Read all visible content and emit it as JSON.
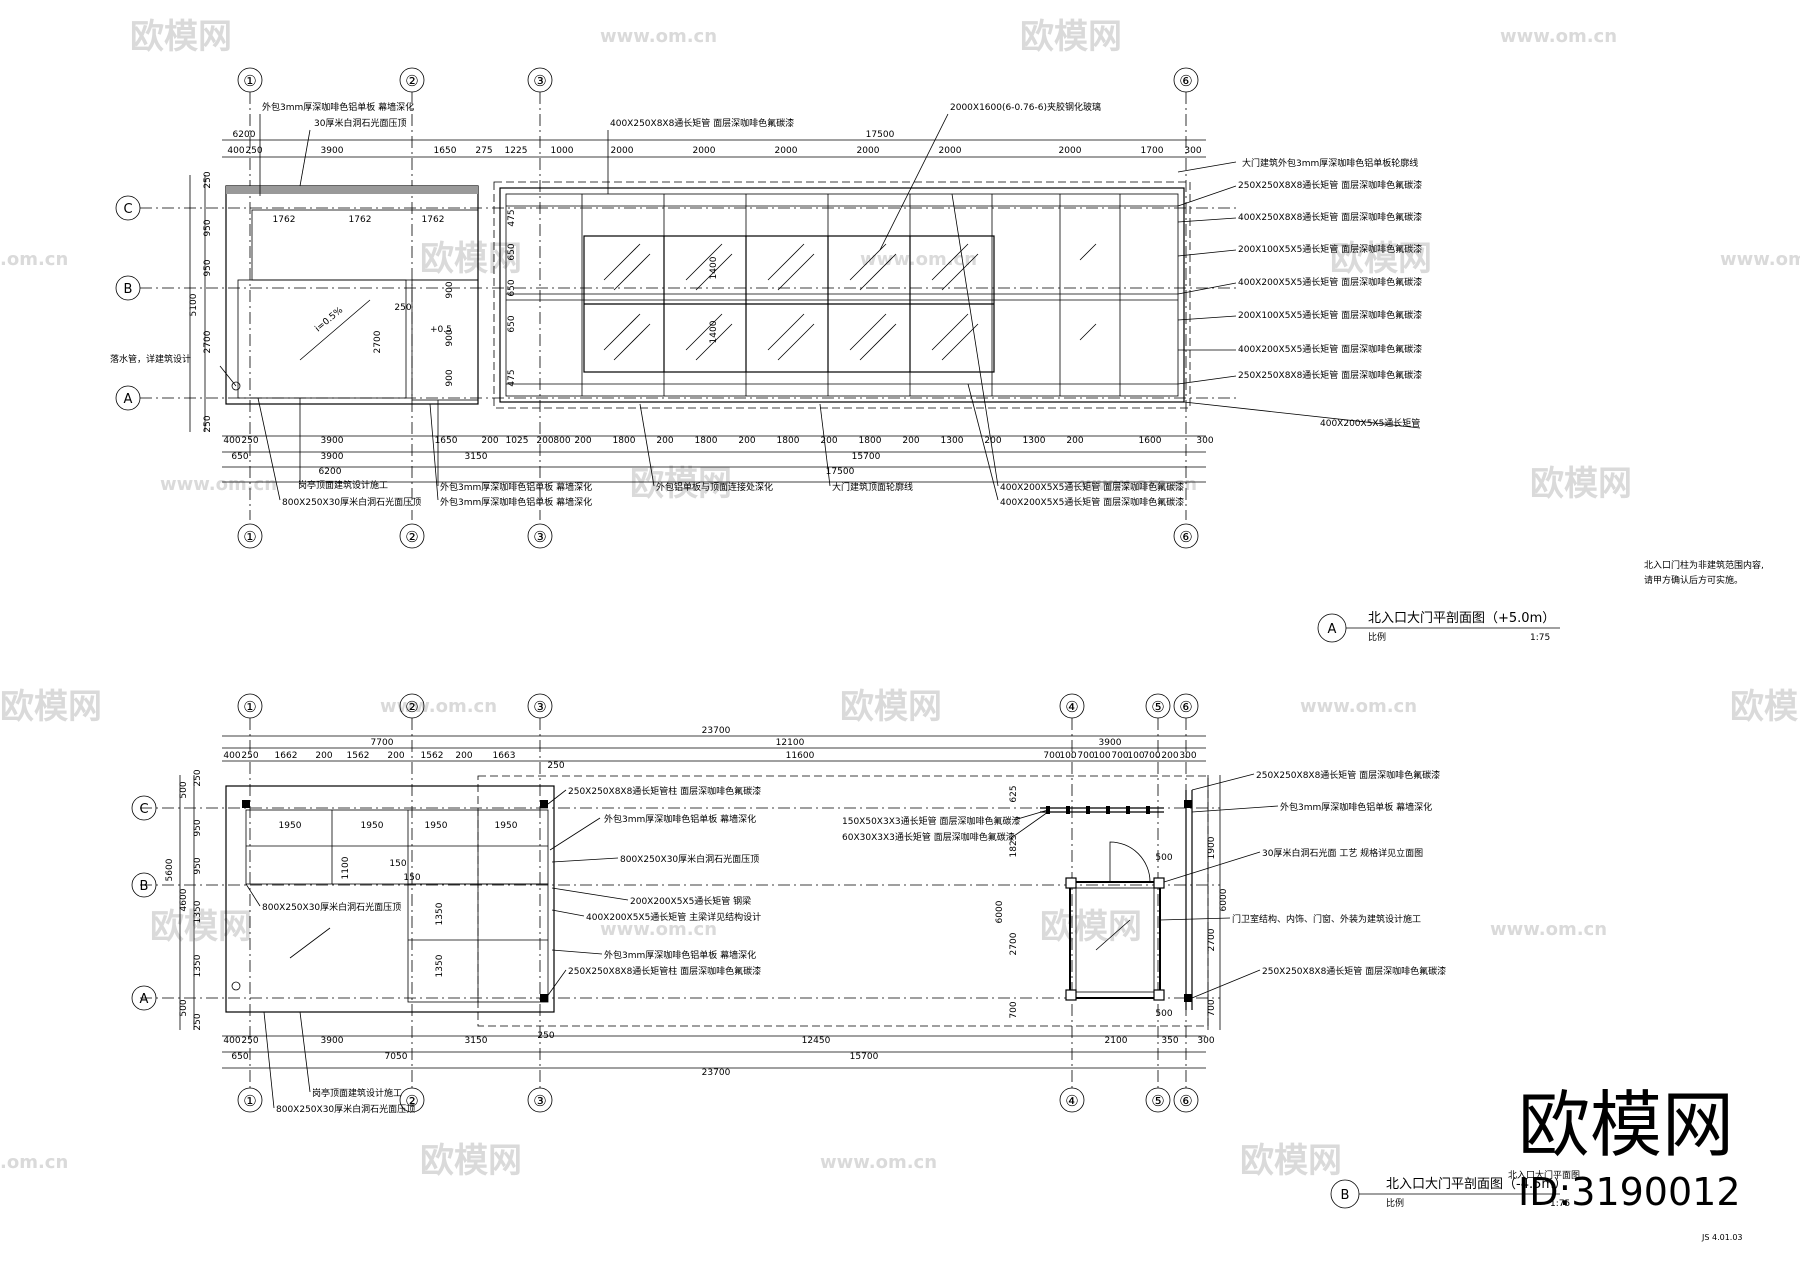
{
  "watermarks": {
    "brand": "欧模网",
    "site": "www.om.cn",
    "site_short": ".om.cn"
  },
  "plan_a": {
    "grid_labels": [
      "①",
      "②",
      "③",
      "⑥"
    ],
    "row_labels": [
      "C",
      "B",
      "A"
    ],
    "top_dims": [
      "400",
      "250",
      "3900",
      "1650",
      "275",
      "1225",
      "1000",
      "2000",
      "2000",
      "2000",
      "2000",
      "2000",
      "2000",
      "1700",
      "300"
    ],
    "top_totals": [
      "6200",
      "17500"
    ],
    "bottom_dims": [
      "400",
      "250",
      "3900",
      "1650",
      "200",
      "1025",
      "200",
      "800",
      "200",
      "1800",
      "200",
      "1800",
      "200",
      "1800",
      "200",
      "1800",
      "200",
      "1300",
      "200",
      "1300",
      "200",
      "1600",
      "300"
    ],
    "bottom_totals_1": [
      "650",
      "3900",
      "3150"
    ],
    "bottom_totals_2": [
      "6200",
      "17500"
    ],
    "bottom_totals_3": [
      "15700"
    ],
    "left_dims": [
      "250",
      "950",
      "950",
      "2700",
      "250"
    ],
    "left_total": "5100",
    "inner_dims": [
      "1762",
      "1762",
      "1762"
    ],
    "inner_vert": [
      "2700",
      "250",
      "900",
      "900",
      "900"
    ],
    "glass_vert": [
      "475",
      "650",
      "650",
      "650",
      "475",
      "1400",
      "1400"
    ],
    "notes_top": [
      "外包3mm厚深咖啡色铝单板 幕墙深化",
      "30厚米白洞石光面压顶",
      "400X250X8X8通长矩管 面层深咖啡色氟碳漆",
      "2000X1600(6-0.76-6)夹胶钢化玻璃"
    ],
    "notes_right": [
      "大门建筑外包3mm厚深咖啡色铝单板轮廓线",
      "250X250X8X8通长矩管 面层深咖啡色氟碳漆",
      "400X250X8X8通长矩管 面层深咖啡色氟碳漆",
      "200X100X5X5通长矩管 面层深咖啡色氟碳漆",
      "400X200X5X5通长矩管 面层深咖啡色氟碳漆",
      "200X100X5X5通长矩管 面层深咖啡色氟碳漆",
      "400X200X5X5通长矩管 面层深咖啡色氟碳漆",
      "250X250X8X8通长矩管 面层深咖啡色氟碳漆",
      "400X200X5X5通长矩管"
    ],
    "notes_left": [
      "落水管，详建筑设计"
    ],
    "notes_bottom": [
      "岗亭顶面建筑设计施工",
      "800X250X30厚米白洞石光面压顶",
      "外包3mm厚深咖啡色铝单板 幕墙深化",
      "外包3mm厚深咖啡色铝单板 幕墙深化",
      "外包铝单板与顶面连接处深化",
      "大门建筑顶面轮廓线",
      "400X200X5X5通长矩管 面层深咖啡色氟碳漆",
      "400X200X5X5通长矩管 面层深咖啡色氟碳漆"
    ],
    "slope": "i=0.5%",
    "elev": "+0.5",
    "title": "北入口大门平剖面图（+5.0m）",
    "scale_label": "比例",
    "scale": "1:75",
    "tag": "A"
  },
  "side_note": [
    "北入口门柱为非建筑范围内容,",
    "请甲方确认后方可实施。"
  ],
  "plan_b": {
    "grid_labels": [
      "①",
      "②",
      "③",
      "④",
      "⑤",
      "⑥"
    ],
    "row_labels": [
      "C",
      "B",
      "A"
    ],
    "top_totals": [
      "23700"
    ],
    "top_sub": [
      "7700",
      "12100",
      "3900"
    ],
    "top_dims": [
      "400",
      "250",
      "1662",
      "200",
      "1562",
      "200",
      "1562",
      "200",
      "1663",
      "250",
      "11600",
      "700",
      "100",
      "700",
      "100",
      "700",
      "100",
      "700",
      "200",
      "300"
    ],
    "bottom_dims": [
      "400",
      "250",
      "3900",
      "3150",
      "250",
      "12450",
      "2100",
      "350",
      "300"
    ],
    "bottom_sub": [
      "650",
      "7050",
      "15700"
    ],
    "bottom_total": "23700",
    "left_dims": [
      "500",
      "250",
      "950",
      "950",
      "1350",
      "1350",
      "500",
      "250"
    ],
    "left_totals": [
      "5600",
      "4600"
    ],
    "inner_dims": [
      "1950",
      "1950",
      "1950",
      "1950",
      "1100",
      "1350",
      "1350",
      "150",
      "150"
    ],
    "right_dims": [
      "1900",
      "6000",
      "2700",
      "700",
      "625",
      "1825",
      "6000",
      "2700",
      "700",
      "500",
      "500"
    ],
    "notes_mid": [
      "250X250X8X8通长矩管柱 面层深咖啡色氟碳漆",
      "外包3mm厚深咖啡色铝单板 幕墙深化",
      "800X250X30厚米白洞石光面压顶",
      "200X200X5X5通长矩管 钢梁",
      "400X200X5X5通长矩管 主梁详见结构设计",
      "外包3mm厚深咖啡色铝单板 幕墙深化",
      "250X250X8X8通长矩管柱 面层深咖啡色氟碳漆",
      "150X50X3X3通长矩管 面层深咖啡色氟碳漆",
      "60X30X3X3通长矩管 面层深咖啡色氟碳漆"
    ],
    "notes_right": [
      "250X250X8X8通长矩管 面层深咖啡色氟碳漆",
      "外包3mm厚深咖啡色铝单板 幕墙深化",
      "30厚米白洞石光面 工艺 规格详见立面图",
      "门卫室结构、内饰、门窗、外装为建筑设计施工",
      "250X250X8X8通长矩管 面层深咖啡色氟碳漆"
    ],
    "notes_left": [
      "800X250X30厚米白洞石光面压顶"
    ],
    "notes_bottom": [
      "岗亭顶面建筑设计施工",
      "800X250X30厚米白洞石光面压顶"
    ],
    "title": "北入口大门平剖面图（-4.5m）",
    "scale_label": "比例",
    "scale": "1:75",
    "tag": "B",
    "small_caption": "北入口大门平面图"
  },
  "brand_logo": "欧模网",
  "brand_id": "ID:3190012",
  "sheet_no": "JS 4.01.03"
}
